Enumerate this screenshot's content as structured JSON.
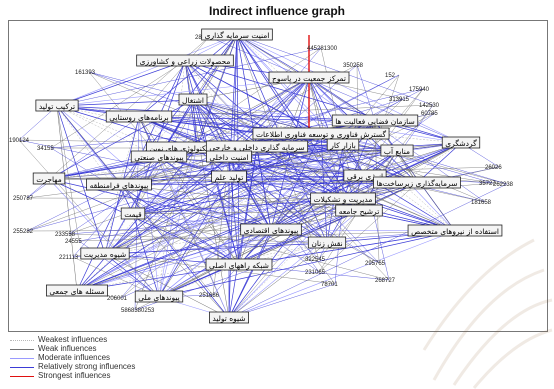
{
  "title": "Indirect influence graph",
  "colors": {
    "weakest": "#b8b8b8",
    "weak": "#707070",
    "moderate": "#9a9aff",
    "relatively_strong": "#3b3bd6",
    "strongest": "#e01010"
  },
  "legend": [
    {
      "label": "Weakest influences",
      "style": "weakest"
    },
    {
      "label": "Weak influences",
      "style": "weak"
    },
    {
      "label": "Moderate influences",
      "style": "moderate"
    },
    {
      "label": "Relatively strong influences",
      "style": "relatively_strong"
    },
    {
      "label": "Strongest influences",
      "style": "strongest"
    }
  ],
  "nodes": [
    {
      "id": "n1",
      "label": "امنیت سرمایه گذاری"
    },
    {
      "id": "n2",
      "label": "محصولات زراعی و کشاورزی"
    },
    {
      "id": "n3",
      "label": "تمرکز جمعیت در یاسوج"
    },
    {
      "id": "n4",
      "label": "ترکیب تولید"
    },
    {
      "id": "n5",
      "label": "اشتغال"
    },
    {
      "id": "n6",
      "label": "برنامه‌های روستایی"
    },
    {
      "id": "n7",
      "label": "سازمان فضایی فعالیت ها"
    },
    {
      "id": "n8",
      "label": "گسترش فناوری و توسعه فناوری اطلاعات"
    },
    {
      "id": "n9",
      "label": "بازار کار"
    },
    {
      "id": "n10",
      "label": "منابع آب"
    },
    {
      "id": "n11",
      "label": "گردشگری"
    },
    {
      "id": "n12",
      "label": "به کارگیری تکنولوژی هاي نوین"
    },
    {
      "id": "n13",
      "label": "سرمایه گذاری داخلی و خارجی"
    },
    {
      "id": "n14",
      "label": "امنیت داخلی"
    },
    {
      "id": "n15",
      "label": "پیوندهای صنعتی"
    },
    {
      "id": "n16",
      "label": "مهاجرت"
    },
    {
      "id": "n17",
      "label": "تولید علم"
    },
    {
      "id": "n18",
      "label": "انرژی برقی"
    },
    {
      "id": "n19",
      "label": "پیوندهای فرامنطقه"
    },
    {
      "id": "n20",
      "label": "سرمایه‌گذاری زیرساخت‌ها"
    },
    {
      "id": "n21",
      "label": "مدیریت و تشکیلات"
    },
    {
      "id": "n22",
      "label": "ترشیح جامعه"
    },
    {
      "id": "n23",
      "label": "قیمت"
    },
    {
      "id": "n24",
      "label": "پیوندهای اقتصادی"
    },
    {
      "id": "n25",
      "label": "استفاده از نیروهای متخصص"
    },
    {
      "id": "n26",
      "label": "شیوه مدیریت"
    },
    {
      "id": "n27",
      "label": "نقش زنان"
    },
    {
      "id": "n28",
      "label": "شبکه راههای اصلی"
    },
    {
      "id": "n29",
      "label": "مسئله های جمعی"
    },
    {
      "id": "n30",
      "label": "پیوندهای ملی"
    },
    {
      "id": "n31",
      "label": "شیوه تولید"
    }
  ],
  "numbers": [
    {
      "id": "k1",
      "text": "284035"
    },
    {
      "id": "k2",
      "text": "445281300"
    },
    {
      "id": "k3",
      "text": "350258"
    },
    {
      "id": "k4",
      "text": "161393"
    },
    {
      "id": "k5",
      "text": "152"
    },
    {
      "id": "k6",
      "text": "175940"
    },
    {
      "id": "k7",
      "text": "313915"
    },
    {
      "id": "k8",
      "text": "142530"
    },
    {
      "id": "k9",
      "text": "190124"
    },
    {
      "id": "k10",
      "text": "34155"
    },
    {
      "id": "k11",
      "text": "262238"
    },
    {
      "id": "k12",
      "text": "181658"
    },
    {
      "id": "k13",
      "text": "250787"
    },
    {
      "id": "k14",
      "text": "255282"
    },
    {
      "id": "k15",
      "text": "233558"
    },
    {
      "id": "k16",
      "text": "221113"
    },
    {
      "id": "k17",
      "text": "268727"
    },
    {
      "id": "k18",
      "text": "78701"
    },
    {
      "id": "k19",
      "text": "206001"
    },
    {
      "id": "k20",
      "text": "5868380253"
    },
    {
      "id": "k21",
      "text": "251686"
    },
    {
      "id": "k22",
      "text": "295765"
    },
    {
      "id": "k23",
      "text": "231065"
    },
    {
      "id": "k24",
      "text": "35727"
    },
    {
      "id": "k25",
      "text": "26026"
    },
    {
      "id": "k26",
      "text": "60785"
    },
    {
      "id": "k27",
      "text": "322545"
    },
    {
      "id": "k28",
      "text": "24555"
    }
  ]
}
